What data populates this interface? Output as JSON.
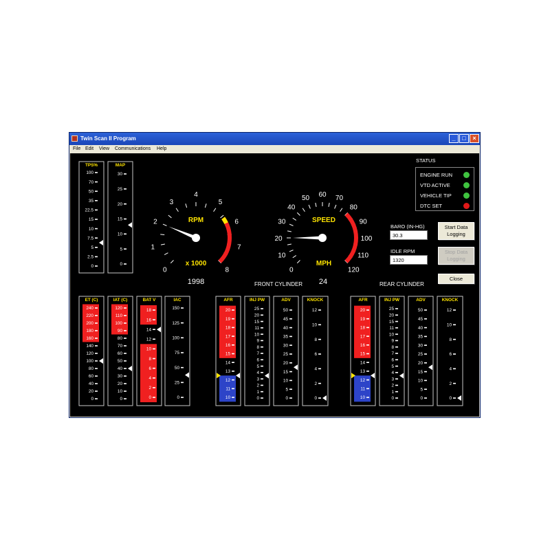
{
  "window": {
    "title": "Twin Scan II Program",
    "min_glyph": "_",
    "max_glyph": "□",
    "close_glyph": "×"
  },
  "menu": [
    "File",
    "Edit",
    "View",
    "Communications",
    "Help"
  ],
  "top_bars": [
    {
      "label": "TPS%",
      "ticks": [
        "100",
        "70",
        "50",
        "35",
        "22.5",
        "15",
        "10",
        "7.5",
        "5",
        "2.5",
        "0"
      ],
      "pointer_index": 7.5
    },
    {
      "label": "MAP",
      "ticks": [
        "30",
        "25",
        "20",
        "15",
        "10",
        "5",
        "0"
      ],
      "pointer_index": 3.4
    }
  ],
  "rpm_gauge": {
    "label": "RPM",
    "multiplier": "x 1000",
    "readout": "1998",
    "ticks": [
      "0",
      "1",
      "2",
      "3",
      "4",
      "5",
      "6",
      "7",
      "8"
    ],
    "value": 2.0,
    "min": 0,
    "max": 8
  },
  "speed_gauge": {
    "label": "SPEED",
    "unit": "MPH",
    "readout": "24",
    "ticks": [
      "0",
      "10",
      "20",
      "30",
      "40",
      "50",
      "60",
      "70",
      "80",
      "90",
      "100",
      "110",
      "120"
    ],
    "value": 20,
    "min": 0,
    "max": 120
  },
  "status": {
    "title": "STATUS",
    "items": [
      {
        "label": "ENGINE RUN",
        "color": "#3fc23f"
      },
      {
        "label": "VTD ACTIVE",
        "color": "#3fc23f"
      },
      {
        "label": "VEHICLE TIP",
        "color": "#3fc23f"
      },
      {
        "label": "DTC SET",
        "color": "#e01818"
      }
    ]
  },
  "baro": {
    "label": "BARO (IN-HG)",
    "value": "30.3"
  },
  "idle": {
    "label": "IDLE RPM",
    "value": "1320"
  },
  "buttons": {
    "start_line1": "Start Data",
    "start_line2": "Logging",
    "stop_line1": "Stop Data",
    "stop_line2": "Logging",
    "close": "Close"
  },
  "front_cyl_title": "FRONT CYLINDER",
  "rear_cyl_title": "REAR CYLINDER",
  "bottom_bars": [
    {
      "label": "ET (C)",
      "ticks": [
        "240",
        "220",
        "200",
        "180",
        "160",
        "140",
        "120",
        "100",
        "80",
        "60",
        "40",
        "20",
        "0"
      ],
      "red_count": 5,
      "blue_count": 0,
      "pointer_index": 7
    },
    {
      "label": "IAT (C)",
      "ticks": [
        "120",
        "110",
        "100",
        "90",
        "80",
        "70",
        "60",
        "50",
        "40",
        "30",
        "20",
        "10",
        "0"
      ],
      "red_count": 4,
      "blue_count": 0,
      "pointer_index": 8
    },
    {
      "label": "BAT V",
      "ticks": [
        "18",
        "16",
        "14",
        "12",
        "10",
        "8",
        "6",
        "4",
        "2",
        "0"
      ],
      "red_bands": [
        [
          0,
          1
        ],
        [
          4,
          9
        ]
      ],
      "pointer_index": 2
    },
    {
      "label": "IAC",
      "ticks": [
        "150",
        "125",
        "100",
        "75",
        "50",
        "25",
        "0"
      ],
      "pointer_index": 4.5
    },
    {
      "label": "AFR",
      "ticks": [
        "20",
        "19",
        "18",
        "17",
        "16",
        "15",
        "14",
        "13",
        "12",
        "11",
        "10"
      ],
      "red_count": 6,
      "blue_count": 3,
      "pointer_index": 7.5
    },
    {
      "label": "INJ PW",
      "ticks": [
        "25",
        "20",
        "15",
        "11",
        "10",
        "9",
        "8",
        "7",
        "6",
        "5",
        "4",
        "3",
        "2",
        "1",
        "0"
      ],
      "pointer_index": 10.5
    },
    {
      "label": "ADV",
      "ticks": [
        "50",
        "45",
        "40",
        "35",
        "30",
        "25",
        "20",
        "15",
        "10",
        "5",
        "0"
      ],
      "pointer_index": 6.5
    },
    {
      "label": "KNOCK",
      "ticks": [
        "12",
        "10",
        "8",
        "6",
        "4",
        "2",
        "0"
      ],
      "pointer_index": 6
    },
    {
      "label": "AFR",
      "ticks": [
        "20",
        "19",
        "18",
        "17",
        "16",
        "15",
        "14",
        "13",
        "12",
        "11",
        "10"
      ],
      "red_count": 6,
      "blue_count": 3,
      "pointer_index": 7.5
    },
    {
      "label": "INJ PW",
      "ticks": [
        "25",
        "20",
        "15",
        "11",
        "10",
        "9",
        "8",
        "7",
        "6",
        "5",
        "4",
        "3",
        "2",
        "1",
        "0"
      ],
      "pointer_index": 10.5
    },
    {
      "label": "ADV",
      "ticks": [
        "50",
        "45",
        "40",
        "35",
        "30",
        "25",
        "20",
        "15",
        "10",
        "5",
        "0"
      ],
      "pointer_index": 6.5
    },
    {
      "label": "KNOCK",
      "ticks": [
        "12",
        "10",
        "8",
        "6",
        "4",
        "2",
        "0"
      ],
      "pointer_index": 6
    }
  ],
  "colors": {
    "red": "#f02020",
    "blue": "#2d44c8",
    "yellow": "#ffe400",
    "title_blue": "#1a46b8"
  }
}
